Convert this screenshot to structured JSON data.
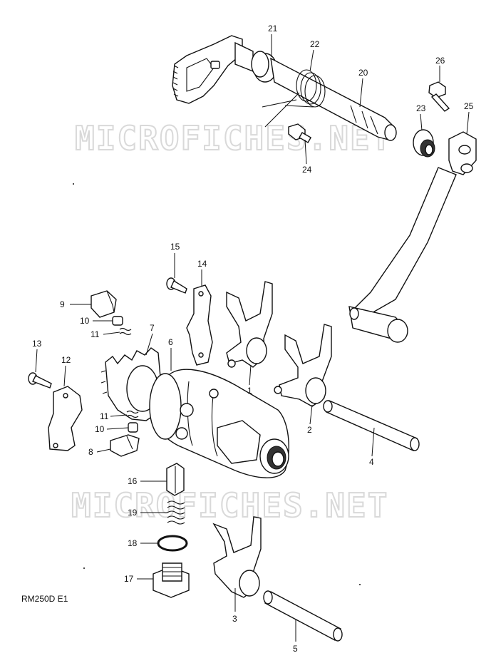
{
  "watermark": {
    "text_top": "MICROFICHES.NET",
    "text_bottom": "MICROFICHES.NET"
  },
  "model_code": "RM250D E1",
  "callouts": {
    "c1": "1",
    "c2": "2",
    "c3": "3",
    "c4": "4",
    "c5": "5",
    "c6": "6",
    "c7": "7",
    "c8": "8",
    "c9": "9",
    "c10a": "10",
    "c10b": "10",
    "c11a": "11",
    "c11b": "11",
    "c12": "12",
    "c13": "13",
    "c14": "14",
    "c15": "15",
    "c16": "16",
    "c17": "17",
    "c18": "18",
    "c19": "19",
    "c20": "20",
    "c21": "21",
    "c22": "22",
    "c23": "23",
    "c24": "24",
    "c25": "25",
    "c26": "26"
  }
}
